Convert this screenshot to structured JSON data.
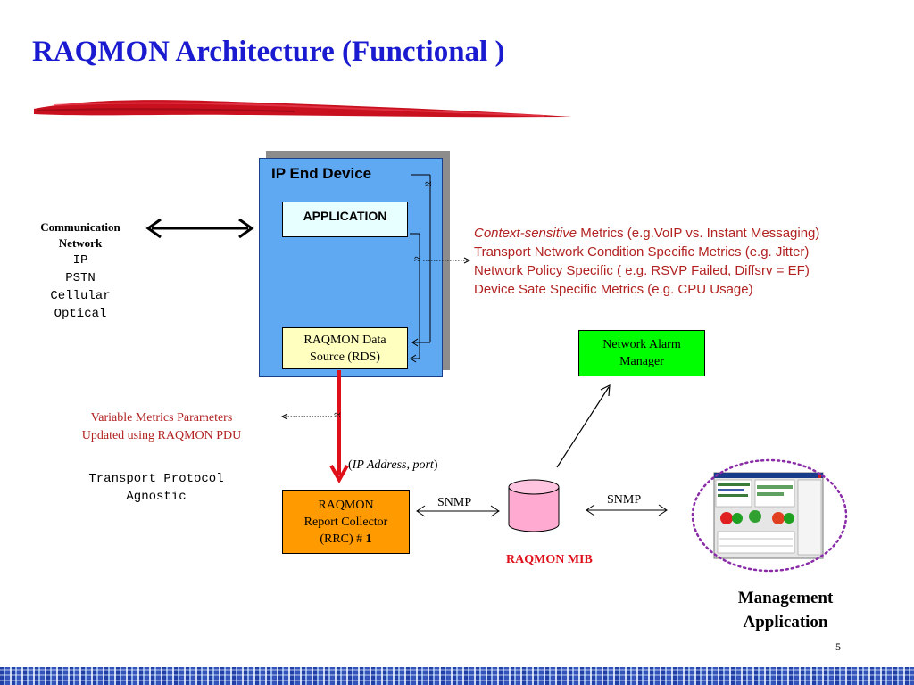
{
  "title": "RAQMON Architecture (Functional )",
  "device": {
    "label": "IP End Device",
    "application_label": "APPLICATION",
    "rds_line1": "RAQMON Data",
    "rds_line2": "Source (RDS)"
  },
  "communication": {
    "title_line1": "Communication",
    "title_line2": "Network",
    "items": [
      "IP",
      "PSTN",
      "Cellular",
      "Optical"
    ]
  },
  "metrics": {
    "line1_italic": "Context-sensitive",
    "line1_rest": " Metrics (e.g.VoIP vs. Instant Messaging)",
    "line2": "Transport Network Condition Specific Metrics (e.g. Jitter)",
    "line3": "Network Policy Specific ( e.g. RSVP Failed, Diffsrv = EF)",
    "line4": "Device Sate Specific Metrics (e.g. CPU Usage)"
  },
  "variable_params": {
    "line1": "Variable Metrics Parameters",
    "line2": "Updated using RAQMON PDU"
  },
  "transport": {
    "line1": "Transport Protocol",
    "line2": "Agnostic"
  },
  "ip_address": {
    "open": "(",
    "italic": "IP Address, port",
    "close": ")"
  },
  "rrc": {
    "line1": "RAQMON",
    "line2": "Report Collector",
    "line3_prefix": "(RRC) # ",
    "line3_num": "1"
  },
  "snmp_left": "SNMP",
  "snmp_right": "SNMP",
  "mib_label": "RAQMON MIB",
  "nam": {
    "line1": "Network Alarm",
    "line2": "Manager"
  },
  "management": {
    "line1": "Management",
    "line2": "Application"
  },
  "approx_symbol": "≈",
  "page_number": "5",
  "colors": {
    "title": "#1a1ad0",
    "device": "#5fa8f2",
    "rds": "#ffffc0",
    "rrc": "#ff9a00",
    "nam": "#00ff00",
    "mib": "#ffaad0",
    "red_arrow": "#e0101a",
    "metrics_text": "#b22222",
    "ellipse": "#8a2ba8"
  }
}
